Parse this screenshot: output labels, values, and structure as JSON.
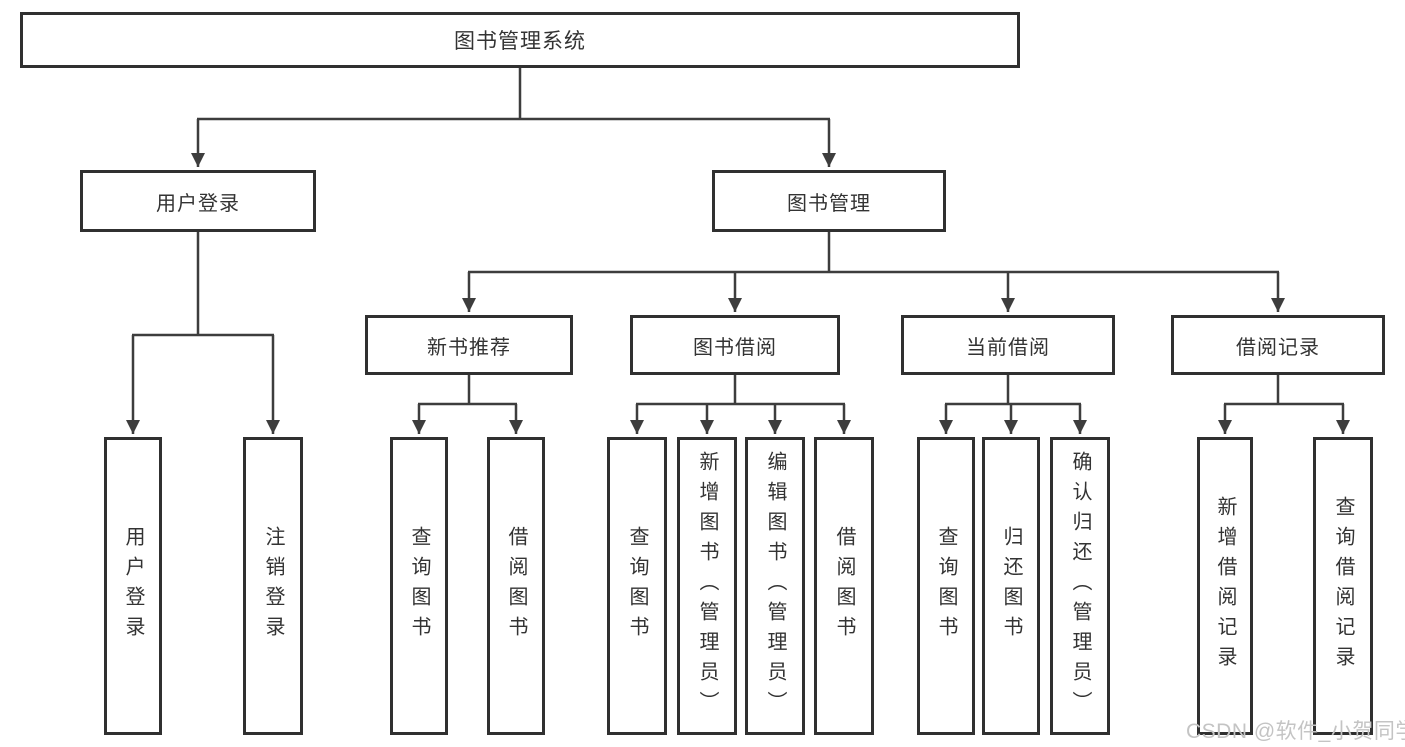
{
  "nodes": {
    "root": "图书管理系统",
    "level2": [
      "用户登录",
      "图书管理"
    ],
    "level3": [
      "新书推荐",
      "图书借阅",
      "当前借阅",
      "借阅记录"
    ],
    "login_children": [
      "用户登录",
      "注销登录"
    ],
    "recommend_children": [
      "查询图书",
      "借阅图书"
    ],
    "borrow_children": [
      "查询图书",
      "新增图书（管理员）",
      "编辑图书（管理员）",
      "借阅图书"
    ],
    "current_children": [
      "查询图书",
      "归还图书",
      "确认归还（管理员）"
    ],
    "records_children": [
      "新增借阅记录",
      "查询借阅记录"
    ]
  },
  "watermark": "CSDN @软件_小贺同学",
  "colors": {
    "line": "#3d3d3d",
    "border": "#303030",
    "text": "#333333",
    "background": "#ffffff",
    "watermark": "#c4c4c4"
  }
}
